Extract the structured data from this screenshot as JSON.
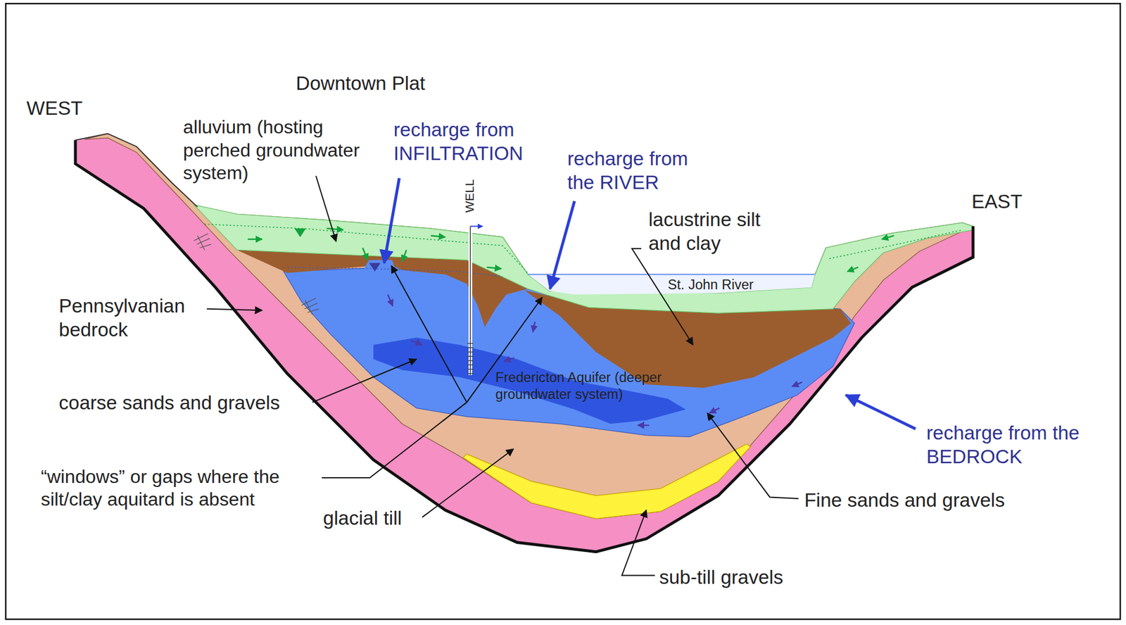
{
  "diagram": {
    "labels": [
      "Downtown Plat",
      "WEST",
      "alluvium (hosting perched groundwater system)",
      "recharge from INFILTRATION",
      "WELL",
      "recharge from the RIVER",
      "lacustrine silt and clay",
      "EAST",
      "St. John River",
      "Pennsylvanian bedrock",
      "coarse sands and gravels",
      "Fredericton Aquifer (deeper groundwater system)",
      "recharge from the BEDROCK",
      "“windows” or gaps where the silt/clay aquitard is absent",
      "glacial till",
      "Fine sands and gravels",
      "sub-till gravels"
    ]
  }
}
